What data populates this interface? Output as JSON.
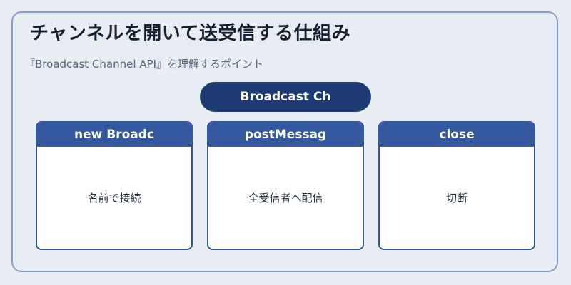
{
  "title": "チャンネルを開いて送受信する仕組み",
  "subtitle": "『Broadcast Channel API』を理解するポイント",
  "top_pill": "Broadcast Ch",
  "cards": [
    {
      "header": "new Broadc",
      "body": "名前で接続"
    },
    {
      "header": "postMessag",
      "body": "全受信者へ配信"
    },
    {
      "header": "close",
      "body": "切断"
    }
  ],
  "colors": {
    "background": "#e8edf3",
    "frame_border": "#8a9ecb",
    "pill": "#1d3a72",
    "card_header": "#34589e",
    "card_body": "#ffffff"
  }
}
